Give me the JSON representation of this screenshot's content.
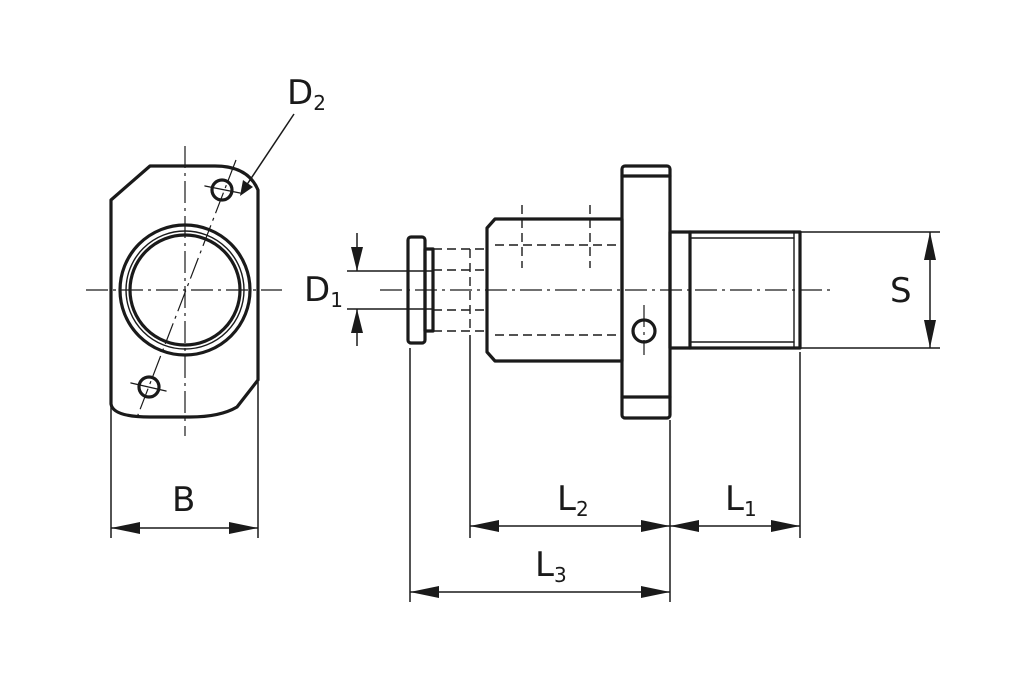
{
  "labels": {
    "B": "B",
    "D1": {
      "main": "D",
      "sub": "1"
    },
    "D2": {
      "main": "D",
      "sub": "2"
    },
    "S": "S",
    "L1": {
      "main": "L",
      "sub": "1"
    },
    "L2": {
      "main": "L",
      "sub": "2"
    },
    "L3": {
      "main": "L",
      "sub": "3"
    }
  },
  "colors": {
    "line": "#1a1a1a",
    "background": "#ffffff"
  }
}
